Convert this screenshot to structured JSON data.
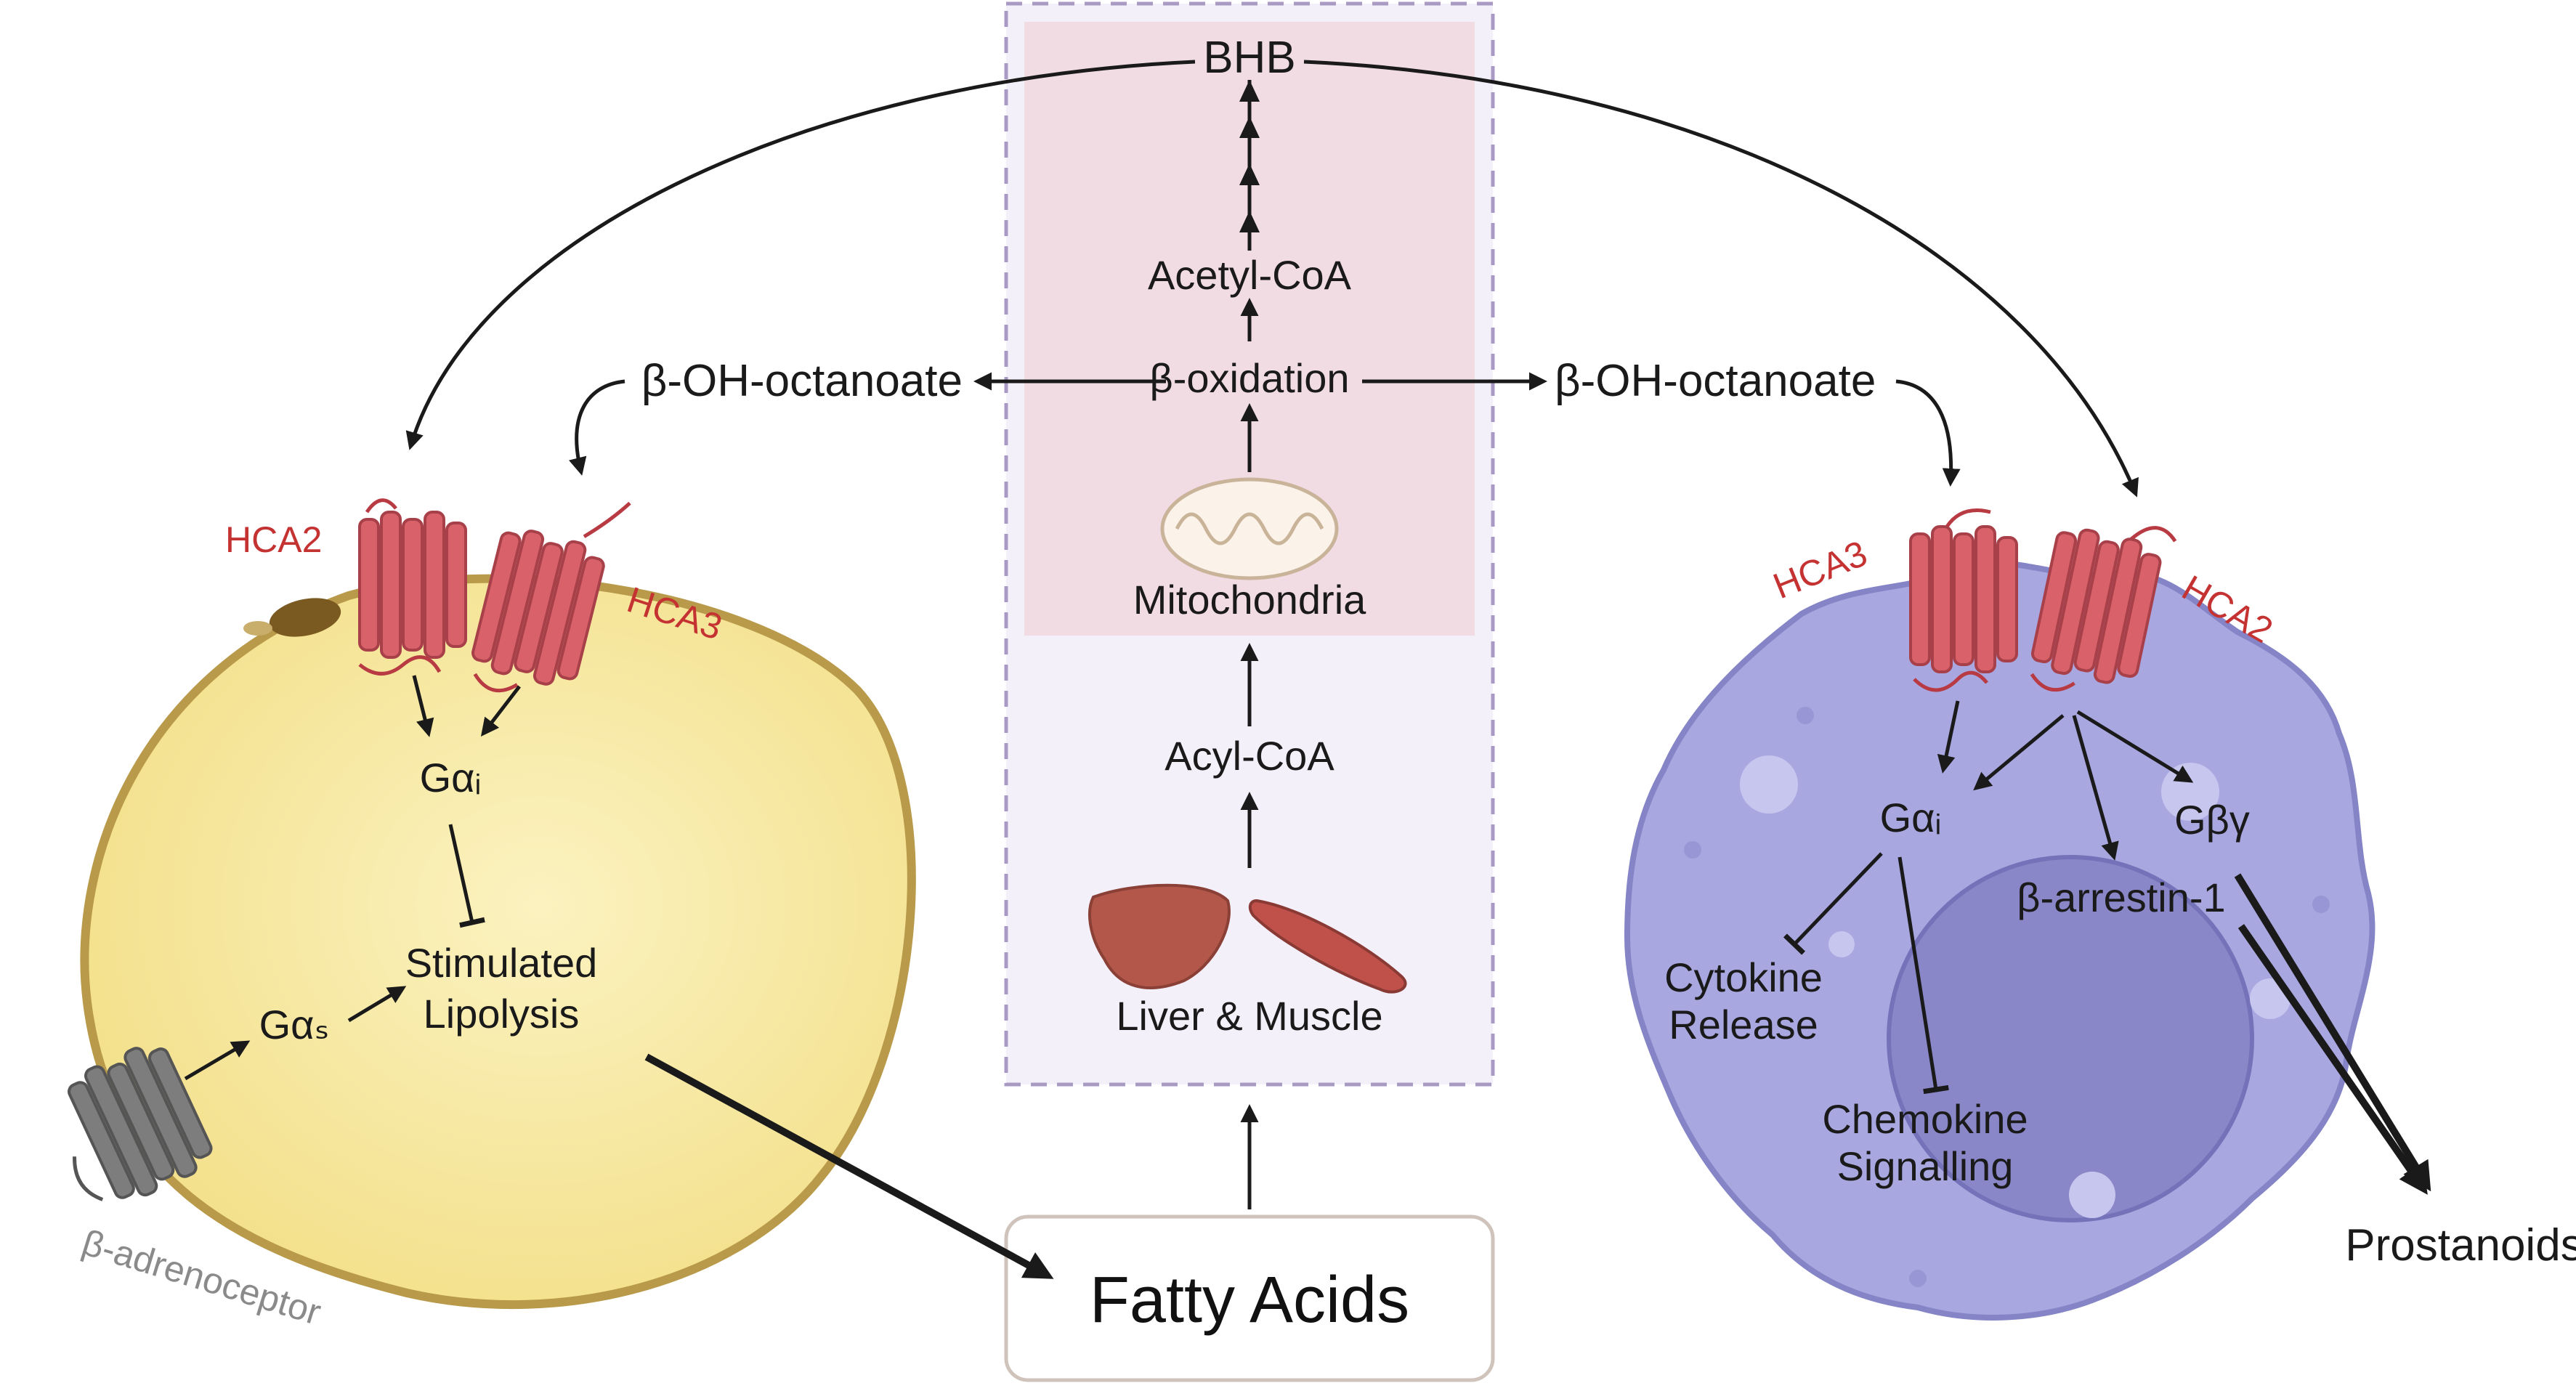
{
  "labels": {
    "bhb": "BHB",
    "acetyl_coa": "Acetyl-CoA",
    "beta_oxidation": "β-oxidation",
    "oh_octanoate_left": "β-OH-octanoate",
    "oh_octanoate_right": "β-OH-octanoate",
    "mitochondria": "Mitochondria",
    "acyl_coa": "Acyl-CoA",
    "liver_muscle": "Liver & Muscle",
    "fatty_acids": "Fatty Acids",
    "prostanoids": "Prostanoids"
  },
  "adipocyte": {
    "hca2": "HCA2",
    "hca3": "HCA3",
    "gai": "Gαᵢ",
    "stim_line1": "Stimulated",
    "stim_line2": "Lipolysis",
    "gas": "Gαₛ",
    "beta_adrenoceptor": "β-adrenoceptor"
  },
  "immune_cell": {
    "hca3": "HCA3",
    "hca2": "HCA2",
    "gai": "Gαᵢ",
    "gby": "Gβγ",
    "arrestin": "β-arrestin-1",
    "cytokine_line1": "Cytokine",
    "cytokine_line2": "Release",
    "chemokine_line1": "Chemokine",
    "chemokine_line2": "Signalling"
  },
  "colors": {
    "adipocyte_fill": "#f7e9a0",
    "adipocyte_stroke": "#b89a4a",
    "immune_fill": "#a9a7e0",
    "immune_nucleus": "#8987c8",
    "mito_zone": "#f1dce4",
    "liver_zone": "#f4f0fa",
    "receptor_red": "#d9626a",
    "receptor_grey": "#7d7d7d",
    "label_red": "#c43232"
  }
}
